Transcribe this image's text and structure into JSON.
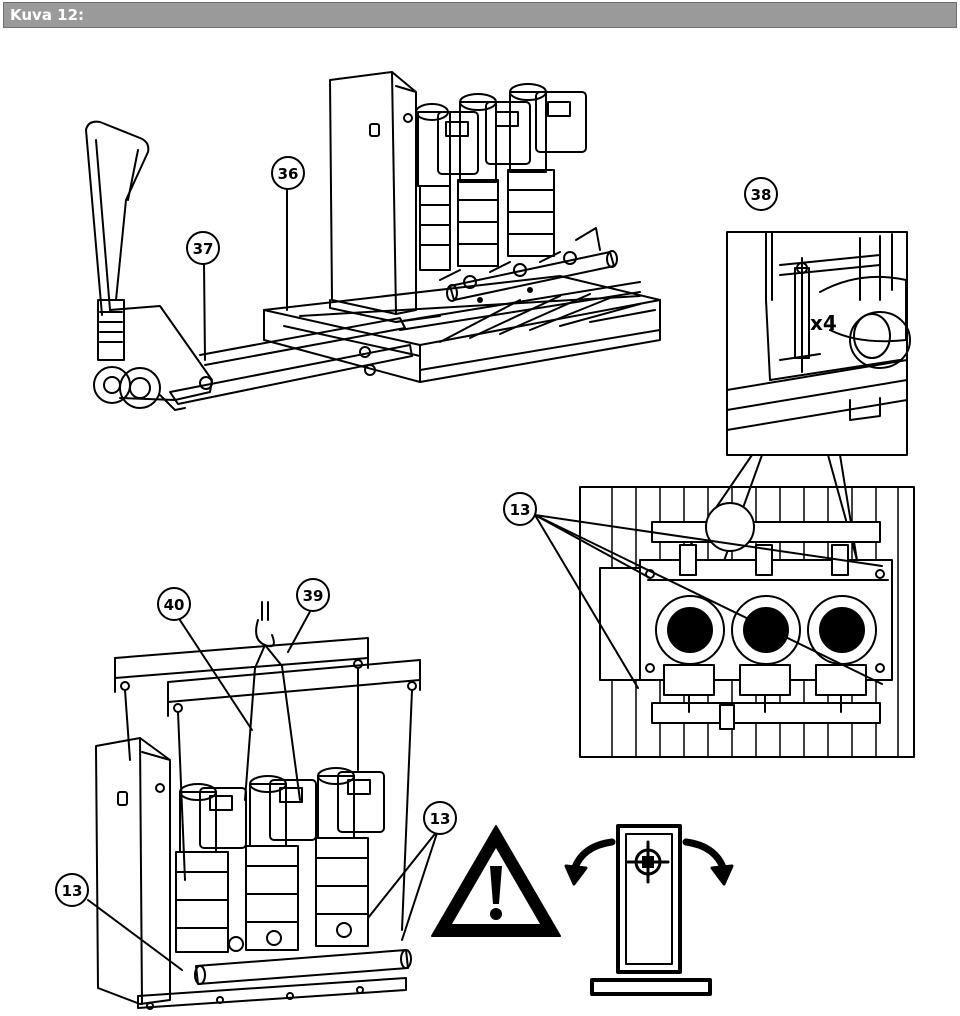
{
  "header": {
    "title": "Kuva 12:"
  },
  "callouts": {
    "c36": "36",
    "c37": "37",
    "c38": "38",
    "c13_top": "13",
    "c40": "40",
    "c39": "39",
    "c13_right": "13",
    "c13_left": "13"
  },
  "detail_label": "x4",
  "icons": [
    "warning-icon",
    "tilt-hazard-icon"
  ]
}
